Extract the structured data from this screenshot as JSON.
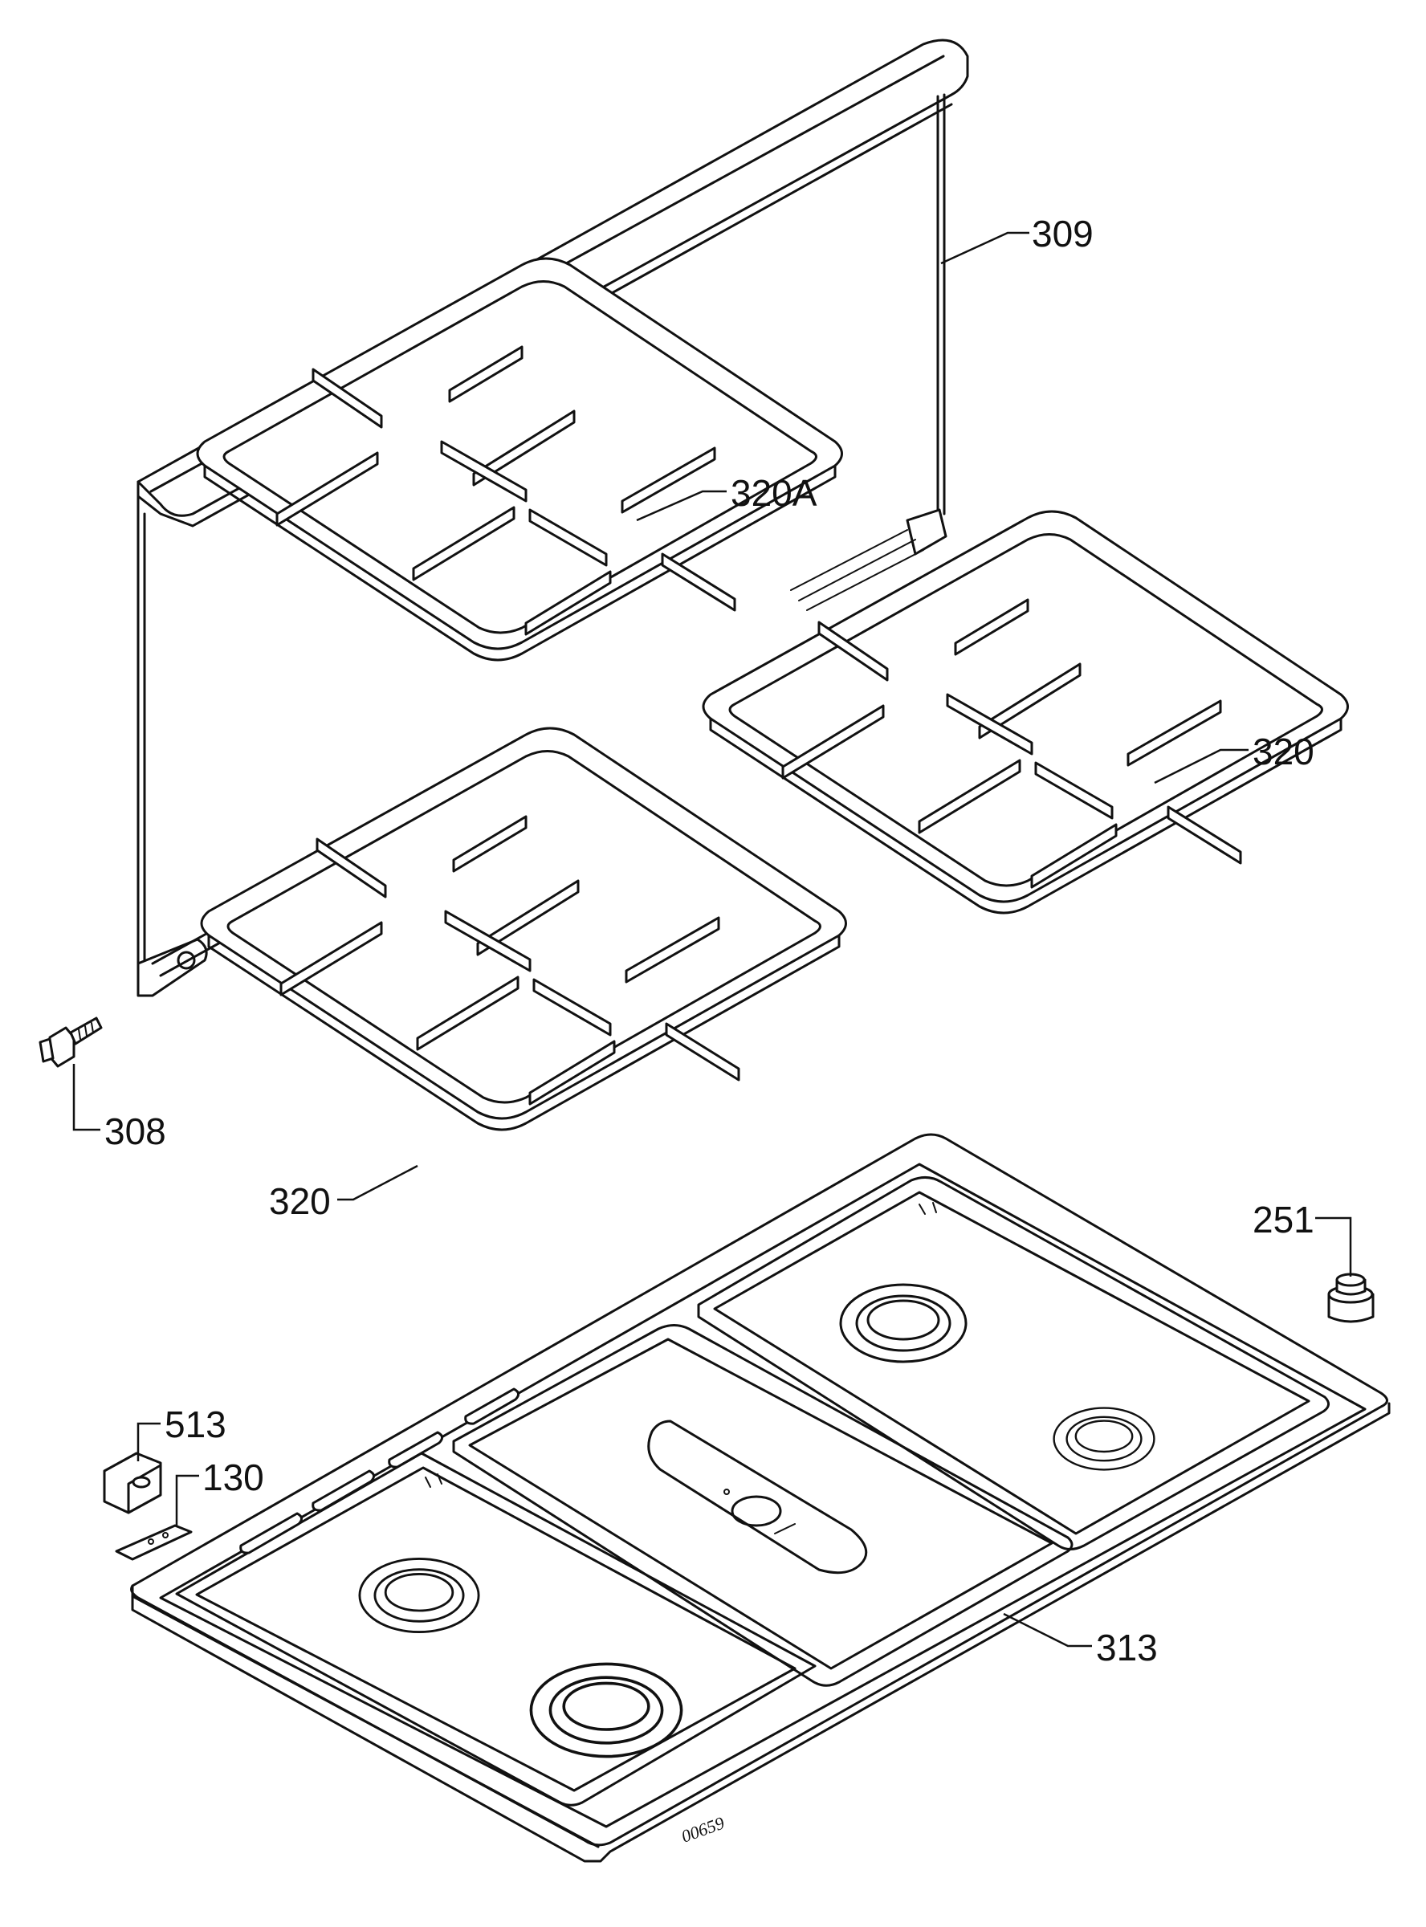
{
  "figure": {
    "drawing_number": "00659"
  },
  "callouts": [
    {
      "id": "309",
      "text": "309"
    },
    {
      "id": "320a",
      "text": "320A"
    },
    {
      "id": "320-right",
      "text": "320"
    },
    {
      "id": "320-left",
      "text": "320"
    },
    {
      "id": "308",
      "text": "308"
    },
    {
      "id": "251",
      "text": "251"
    },
    {
      "id": "513",
      "text": "513"
    },
    {
      "id": "130",
      "text": "130"
    },
    {
      "id": "313",
      "text": "313"
    }
  ]
}
